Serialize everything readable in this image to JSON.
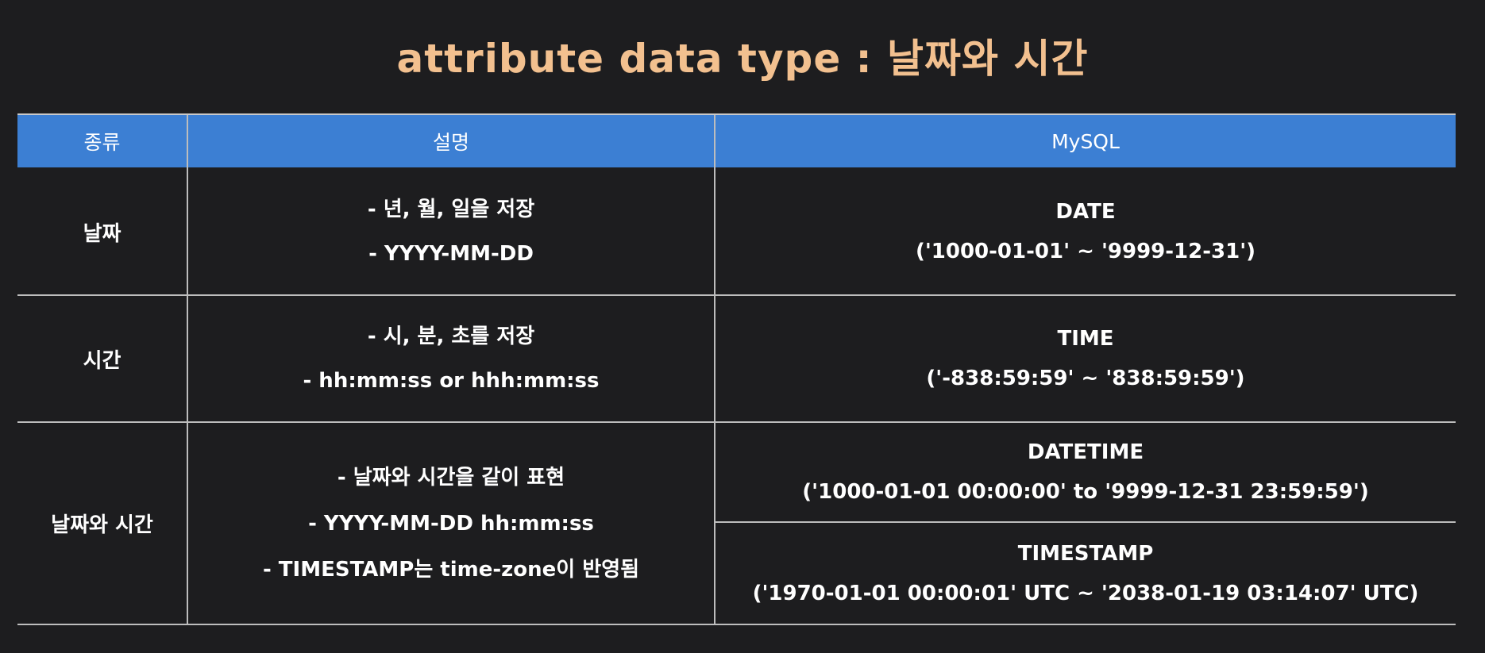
{
  "title": "attribute data type : 날짜와 시간",
  "table": {
    "headers": {
      "kind": "종류",
      "description": "설명",
      "mysql": "MySQL"
    },
    "rows": [
      {
        "kind": "날짜",
        "description": [
          "- 년, 월, 일을 저장",
          "- YYYY-MM-DD"
        ],
        "mysql": [
          {
            "type": "DATE",
            "range": "('1000-01-01' ~ '9999-12-31')"
          }
        ]
      },
      {
        "kind": "시간",
        "description": [
          "- 시, 분, 초를 저장",
          "- hh:mm:ss or hhh:mm:ss"
        ],
        "mysql": [
          {
            "type": "TIME",
            "range": "('-838:59:59' ~ '838:59:59')"
          }
        ]
      },
      {
        "kind": "날짜와 시간",
        "description": [
          "- 날짜와 시간을 같이 표현",
          "- YYYY-MM-DD hh:mm:ss",
          "- TIMESTAMP는 time-zone이 반영됨"
        ],
        "mysql": [
          {
            "type": "DATETIME",
            "range": "('1000-01-01 00:00:00' to '9999-12-31 23:59:59')"
          },
          {
            "type": "TIMESTAMP",
            "range": "('1970-01-01 00:00:01' UTC ~ '2038-01-19 03:14:07' UTC)"
          }
        ]
      }
    ]
  },
  "colors": {
    "background": "#1d1d1f",
    "title": "#f2c08f",
    "header_bg": "#3c7fd3",
    "grid": "#bdbdbd",
    "text": "#ffffff"
  }
}
